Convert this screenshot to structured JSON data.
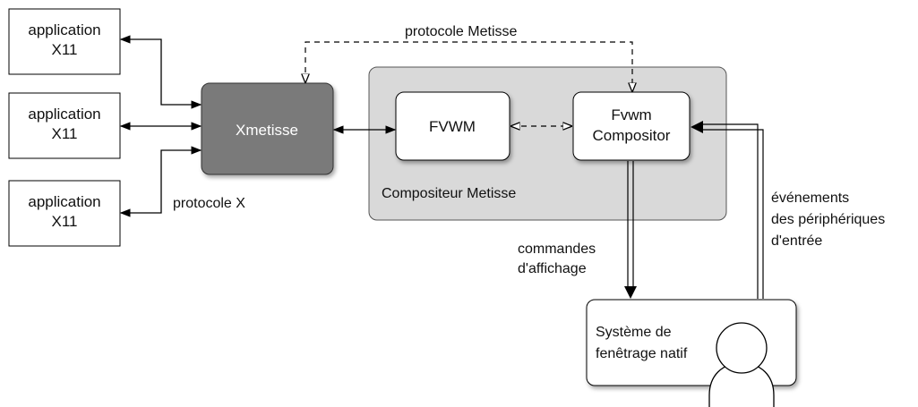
{
  "nodes": {
    "app1": [
      "application",
      "X11"
    ],
    "app2": [
      "application",
      "X11"
    ],
    "app3": [
      "application",
      "X11"
    ],
    "xmetisse": "Xmetisse",
    "fvwm": "FVWM",
    "compositor": [
      "Fvwm",
      "Compositor"
    ],
    "compositeur_group": "Compositeur Metisse",
    "systeme": [
      "Système de",
      "fenêtrage natif"
    ]
  },
  "edge_labels": {
    "protocole_metisse": "protocole Metisse",
    "protocole_x": "protocole X",
    "commandes": [
      "commandes",
      "d'affichage"
    ],
    "evenements": [
      "événements",
      "des périphériques",
      "d'entrée"
    ]
  },
  "icons": {
    "user": "user-icon"
  },
  "colors": {
    "xmetisse_fill": "#7a7a7a",
    "group_fill": "#d9d9d9",
    "stroke": "#000000"
  }
}
